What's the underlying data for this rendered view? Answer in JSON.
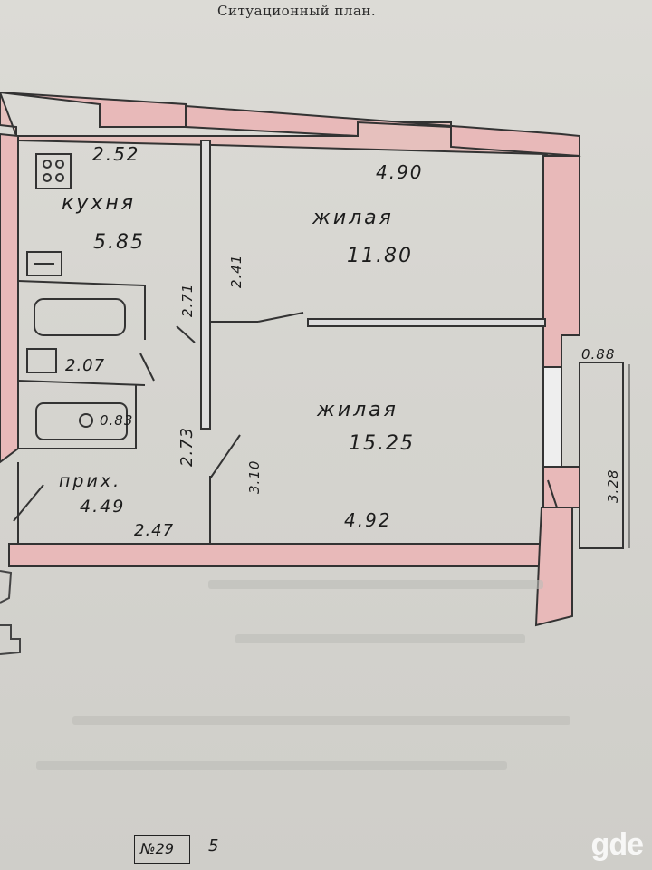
{
  "title": "Ситуационный план.",
  "rooms": {
    "kitchen": {
      "name": "кухня",
      "area": "5.85",
      "width": "2.52",
      "depth": "2.71"
    },
    "living_small": {
      "name": "жилая",
      "area": "11.80",
      "width": "4.90",
      "depth": "2.41"
    },
    "living_large": {
      "name": "жилая",
      "area": "15.25",
      "width": "4.92",
      "depth": "3.10"
    },
    "hall": {
      "name": "прих.",
      "area": "4.49",
      "width": "2.47",
      "depth": "2.73"
    },
    "bath": {
      "area": "2.07"
    },
    "wc": {
      "area": "0.83"
    },
    "balcony": {
      "width": "0.88",
      "length": "3.28"
    }
  },
  "footer": {
    "number": "№29",
    "page": "5"
  },
  "watermark": "gde",
  "colors": {
    "ink": "#1c1c1c",
    "wall_fill": "#e8b9b9",
    "paper": "#d6d5d0"
  }
}
